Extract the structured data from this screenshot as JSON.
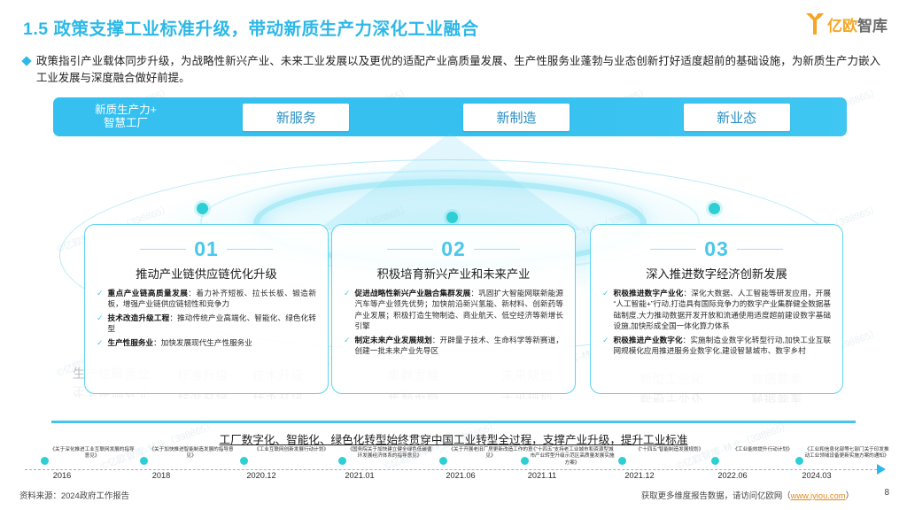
{
  "header": {
    "title": "1.5 政策支撑工业标准升级，带动新质生产力深化工业融合",
    "logo_text_orange": "亿欧",
    "logo_text_grey": "智库",
    "logo_icon": "yiou-logo-icon"
  },
  "lead": {
    "bullet_icon": "diamond-bullet-icon",
    "text": "政策指引产业载体同步升级，为战略性新兴产业、未来工业发展以及更优的适配产业高质量发展、生产性服务业蓬勃与业态创新打好适度超前的基础设施，为新质生产力嵌入工业发展与深度融合做好前提。"
  },
  "tabbar": {
    "label_line1": "新质生产力+",
    "label_line2": "智慧工厂",
    "tabs": [
      {
        "label": "新服务"
      },
      {
        "label": "新制造"
      },
      {
        "label": "新业态"
      }
    ]
  },
  "cards": [
    {
      "number": "01",
      "heading": "推动产业链供应链优化升级",
      "bullets": [
        {
          "title": "重点产业链高质量发展",
          "body": "：着力补齐短板、拉长长板、锻造新板，增强产业链供应链韧性和竞争力"
        },
        {
          "title": "技术改造升级工程",
          "body": "：推动传统产业高端化、智能化、绿色化转型"
        },
        {
          "title": "生产性服务业",
          "body": "：加快发展现代生产性服务业"
        }
      ],
      "ghost_keywords": [
        "生产性服务业",
        "标准升级",
        "技术升级"
      ]
    },
    {
      "number": "02",
      "heading": "积极培育新兴产业和未来产业",
      "bullets": [
        {
          "title": "促进战略性新兴产业融合集群发展",
          "body": "：巩固扩大智能网联新能源汽车等产业领先优势；加快前沿新兴氢能、新材料、创新药等产业发展；积极打造生物制造、商业航天、低空经济等新增长引擎"
        },
        {
          "title": "制定未来产业发展规划",
          "body": "：开辟量子技术、生命科学等新赛道，创建一批未来产业先导区"
        }
      ],
      "ghost_keywords": [
        "集群发展",
        "未来规划"
      ]
    },
    {
      "number": "03",
      "heading": "深入推进数字经济创新发展",
      "bullets": [
        {
          "title": "积极推进数字产业化",
          "body": "：深化大数据、人工智能等研发应用，开展“人工智能+”行动,打造具有国际竞争力的数字产业集群健全数据基础制度,大力推动数据开发开放和流通使用适度超前建设数字基础设施,加快形成全国一体化算力体系"
        },
        {
          "title": "积极推进产业数字化",
          "body": "：实施制造业数字化转型行动,加快工业互联网规模化应用推进服务业数字化,建设智慧城市、数字乡村"
        }
      ],
      "ghost_keywords": [
        "新型工业化",
        "数据要素"
      ]
    }
  ],
  "band": {
    "caption": "工厂数字化、智能化、绿色化转型始终贯穿中国工业转型全过程，支撑产业升级，提升工业标准"
  },
  "timeline": {
    "items": [
      {
        "date": "2016",
        "label": "《关于深化推进工业互联网发展的指导意见》"
      },
      {
        "date": "2018",
        "label": "《关于加快推进智能制造发展的指导意见》"
      },
      {
        "date": "2020.12",
        "label": "《工业互联网创新发展行动计划》"
      },
      {
        "date": "2021.01",
        "label": "《国务院关于加快建立健全绿色低碳循环发展经济体系的指导意见》"
      },
      {
        "date": "2021.06",
        "label": "《关于开展老旧厂房更新改造工作的意见》"
      },
      {
        "date": "2021.11",
        "label": "《“十四五”支持老工业城市和资源型城市产业转型升级示范区高质量发展实施方案》"
      },
      {
        "date": "2021.12",
        "label": "《“十四五”智能制造发展规划》"
      },
      {
        "date": "2022.06",
        "label": "《工业能效提升行动计划》"
      },
      {
        "date": "2024.03",
        "label": "《工业和信息化部等七部门关于印发推动工业领域设备更新实施方案的通知》"
      }
    ],
    "arrow_icon": "timeline-arrow-icon"
  },
  "footer": {
    "source": "资料来源：2024政府工作报告",
    "more_prefix": "获取更多维度报告数据，请访问亿欧网（",
    "more_link": "www.iyiou.com",
    "more_suffix": "）",
    "page": "8"
  },
  "watermark": {
    "text": "©亿欧智库-林业（398865）"
  },
  "colors": {
    "accent": "#2cb8e8",
    "card_border": "#5fd3ef",
    "dot": "#2ecfd4",
    "logo_orange": "#f5a623",
    "link": "#e08a1e"
  }
}
